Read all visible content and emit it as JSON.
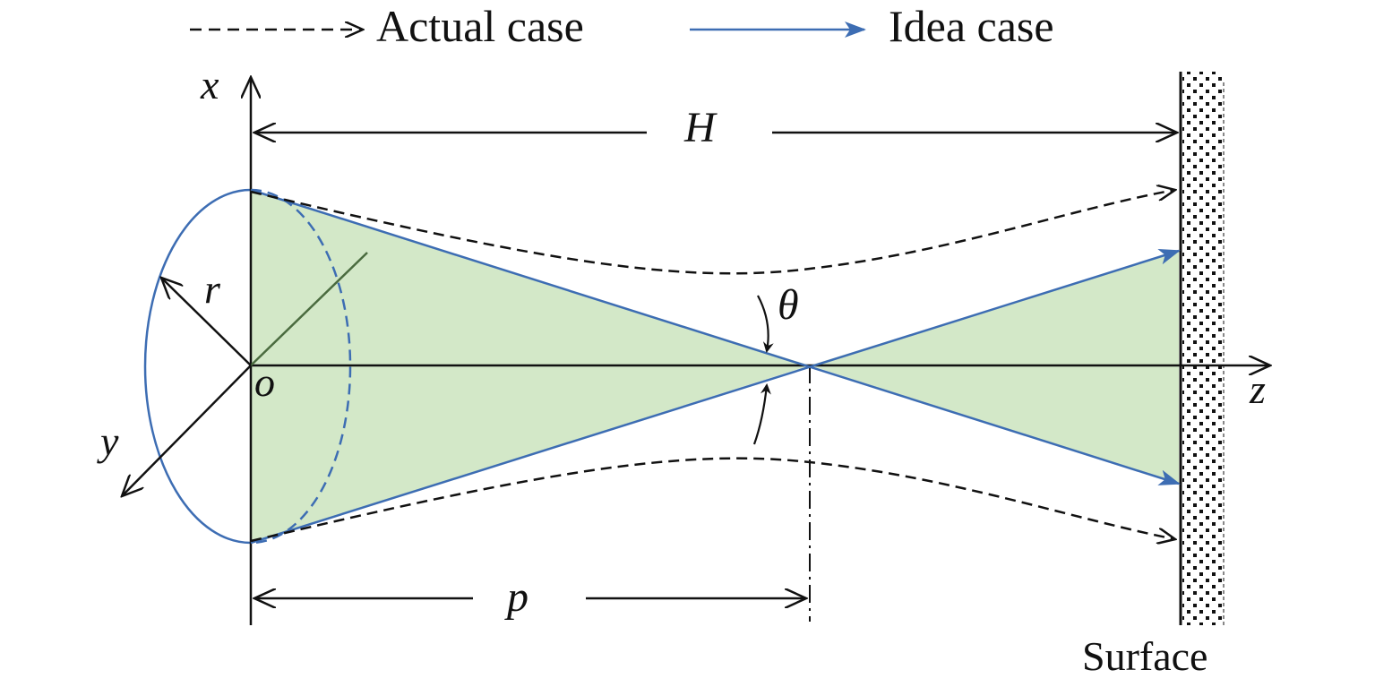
{
  "legend": {
    "actual_label": "Actual case",
    "ideal_label": "Idea case"
  },
  "labels": {
    "x_axis": "x",
    "y_axis": "y",
    "z_axis": "z",
    "origin": "o",
    "radius": "r",
    "angle": "θ",
    "height": "H",
    "focal_distance": "p",
    "surface": "Surface"
  },
  "colors": {
    "ideal_ray": "#3d6db3",
    "beam_fill": "#d3e8c8",
    "actual_ray": "#111111",
    "axis": "#111111",
    "radius_line": "#4a6b3f"
  }
}
